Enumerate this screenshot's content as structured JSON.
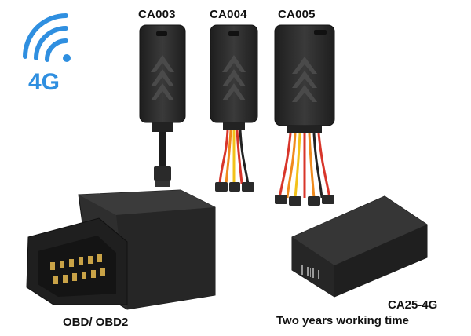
{
  "network_badge": {
    "text": "4G",
    "icon": "wifi-signal-icon",
    "color": "#2f8fe0"
  },
  "products": {
    "top": [
      {
        "model": "CA003"
      },
      {
        "model": "CA004"
      },
      {
        "model": "CA005"
      }
    ],
    "obd": {
      "caption": "OBD/ OBD2"
    },
    "box": {
      "model": "CA25-4G",
      "feature": "Two years working time"
    }
  },
  "colors": {
    "device_body": "#2b2b2b",
    "device_edge": "#1a1a1a",
    "wire_red": "#d8352a",
    "wire_orange": "#f08a1c",
    "wire_yellow": "#f3c21a",
    "wire_black": "#222222"
  }
}
